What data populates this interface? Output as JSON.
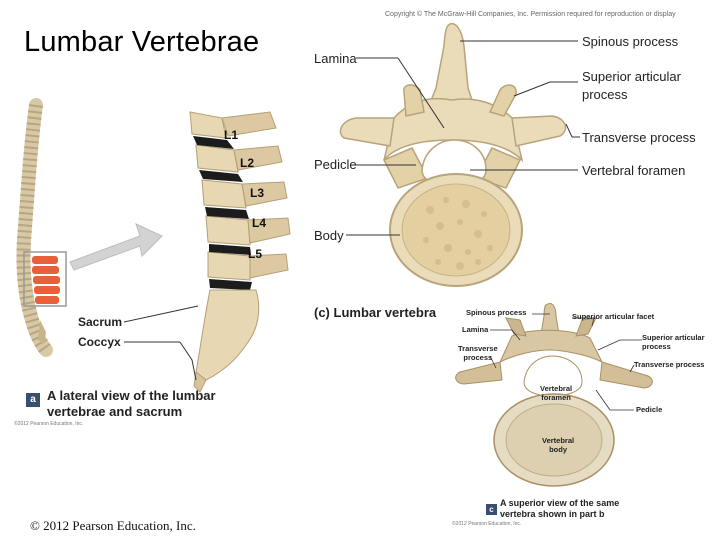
{
  "slide": {
    "title": "Lumbar Vertebrae",
    "footer": "© 2012 Pearson Education, Inc."
  },
  "panel_a": {
    "sacrum_label": "Sacrum",
    "coccyx_label": "Coccyx",
    "vertebra_labels": [
      "L1",
      "L2",
      "L3",
      "L4",
      "L5"
    ],
    "badge": "a",
    "caption_line1": "A lateral view of the lumbar",
    "caption_line2": "vertebrae and sacrum",
    "small_copyright": "©2012 Pearson Education, Inc."
  },
  "panel_c": {
    "copyright": "Copyright © The McGraw-Hill Companies, Inc. Permission required for reproduction or display",
    "labels_left": {
      "lamina": "Lamina",
      "pedicle": "Pedicle",
      "body": "Body"
    },
    "labels_right": {
      "spinous_process": "Spinous process",
      "superior_articular_process_1": "Superior articular",
      "superior_articular_process_2": "process",
      "transverse_process": "Transverse process",
      "vertebral_foramen": "Vertebral foramen"
    },
    "caption_letter": "(c)",
    "caption_text": "Lumbar vertebra"
  },
  "panel_photo": {
    "spinous_process": "Spinous process",
    "superior_articular_facet": "Superior articular facet",
    "lamina": "Lamina",
    "superior_articular_process_1": "Superior articular",
    "superior_articular_process_2": "process",
    "transverse_process_left_1": "Transverse",
    "transverse_process_left_2": "process",
    "transverse_process_right": "Transverse process",
    "vertebral_foramen_1": "Vertebral",
    "vertebral_foramen_2": "foramen",
    "pedicle": "Pedicle",
    "vertebral_body_1": "Vertebral",
    "vertebral_body_2": "body",
    "badge": "c",
    "caption_line1": "A superior view of the same",
    "caption_line2": "vertebra shown in part b",
    "small_copyright": "©2012 Pearson Education, Inc."
  },
  "colors": {
    "bone": "#e9ddc0",
    "bone_shadow": "#c9b48a",
    "lumbar_highlight": "#e8603a",
    "disc": "#1c1c1c",
    "arrow": "#c9c9c9",
    "badge": "#3a4f70"
  }
}
